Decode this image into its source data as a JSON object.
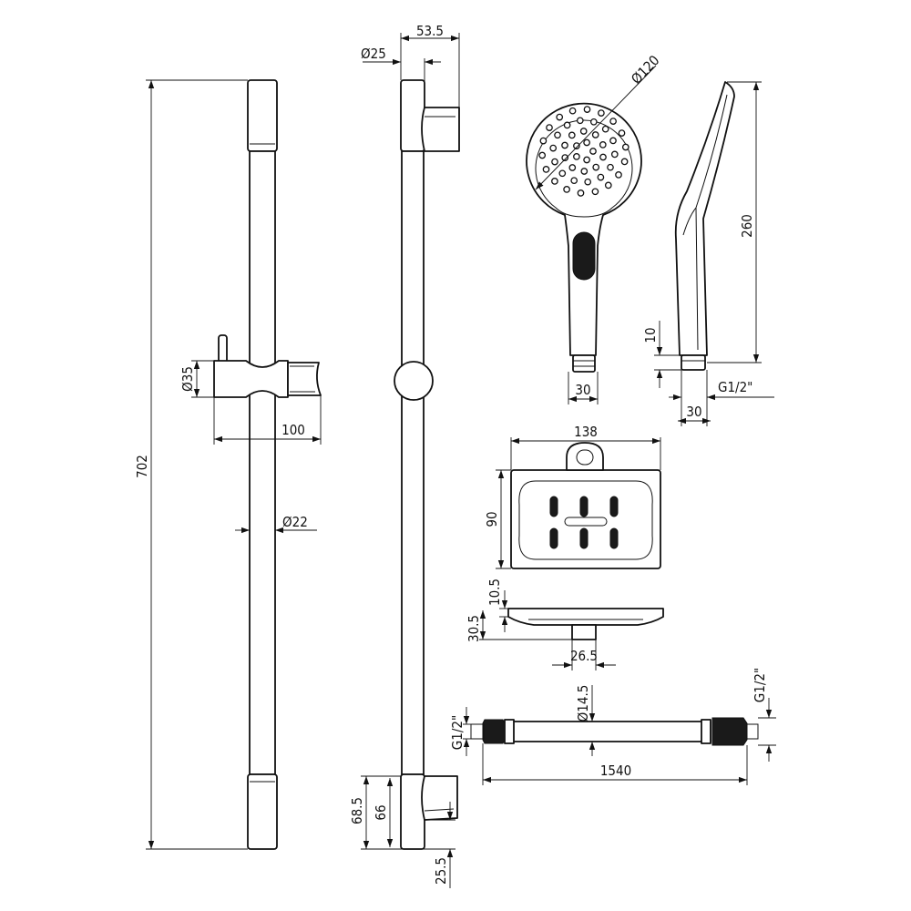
{
  "dimensions": {
    "rail_length": "702",
    "slider_diameter": "Ø35",
    "slider_width": "100",
    "rail_diameter": "Ø22",
    "bracket_depth": "53.5",
    "bracket_diameter": "Ø25",
    "bottom_bracket_height": "68.5",
    "bottom_bracket_inner": "66",
    "bottom_bracket_offset": "25.5",
    "head_diameter": "Ø120",
    "handle_width_front": "30",
    "handle_length": "260",
    "thread_length": "10",
    "handle_thread": "G1/2\"",
    "handle_width_side": "30",
    "soap_dish_width": "138",
    "soap_dish_depth": "90",
    "soap_dish_thickness": "10.5",
    "soap_dish_height": "30.5",
    "soap_dish_mount": "26.5",
    "hose_diameter": "Ø14.5",
    "hose_thread_left": "G1/2\"",
    "hose_thread_right": "G1/2\"",
    "hose_length": "1540"
  }
}
